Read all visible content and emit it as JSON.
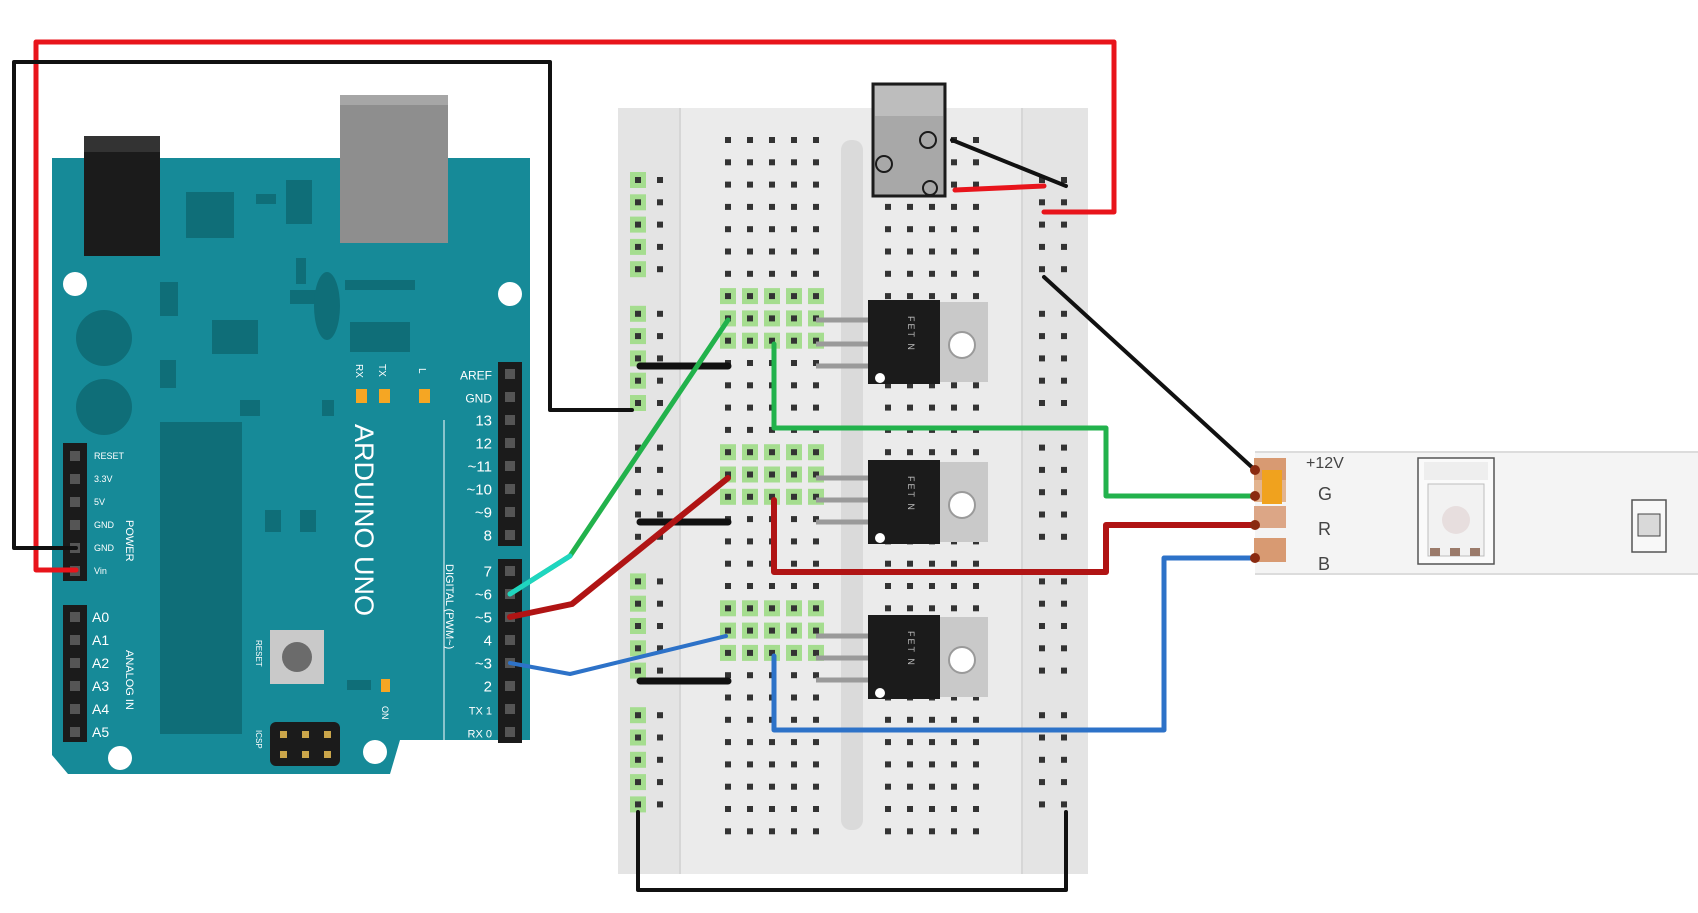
{
  "colors": {
    "board": "#168a98",
    "wire_power": "#e8141b",
    "wire_ground": "#111111",
    "wire_green": "#22b24c",
    "wire_red": "#b01414",
    "wire_blue": "#2d72c8",
    "wire_cyan": "#1fd6c0",
    "breadboard": "#ebebeb",
    "led_strip": "#f4f4f4"
  },
  "arduino": {
    "name": "ARDUINO UNO",
    "reset_button": "RESET",
    "icsp": "ICSP",
    "on_led": "ON",
    "leds": [
      "RX",
      "TX",
      "L"
    ],
    "power_header": {
      "title": "POWER",
      "pins": [
        "RESET",
        "3.3V",
        "5V",
        "GND",
        "GND",
        "Vin"
      ]
    },
    "analog_header": {
      "title": "ANALOG IN",
      "pins": [
        "A0",
        "A1",
        "A2",
        "A3",
        "A4",
        "A5"
      ]
    },
    "digital_header_top": {
      "pins": [
        "AREF",
        "GND",
        "13",
        "12",
        "~11",
        "~10",
        "~9",
        "8"
      ]
    },
    "digital_header_bottom": {
      "title": "DIGITAL (PWM~)",
      "pins": [
        "7",
        "~6",
        "~5",
        "4",
        "~3",
        "2",
        "TX 1",
        "RX 0"
      ]
    }
  },
  "mosfets": [
    {
      "label": "FET N"
    },
    {
      "label": "FET N"
    },
    {
      "label": "FET N"
    }
  ],
  "led_strip": {
    "pads": [
      "+12V",
      "G",
      "R",
      "B"
    ]
  }
}
